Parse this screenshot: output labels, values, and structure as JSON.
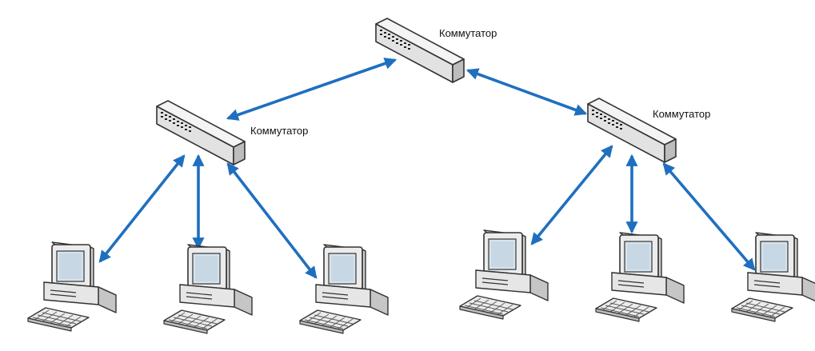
{
  "diagram": {
    "switches": [
      {
        "id": "sw-top",
        "label": "Коммутатор"
      },
      {
        "id": "sw-left",
        "label": "Коммутатор"
      },
      {
        "id": "sw-right",
        "label": "Коммутатор"
      }
    ],
    "computers_count": 6,
    "connections": [
      {
        "from": "sw-top",
        "to": "sw-left"
      },
      {
        "from": "sw-top",
        "to": "sw-right"
      },
      {
        "from": "sw-left",
        "to": "pc-1"
      },
      {
        "from": "sw-left",
        "to": "pc-2"
      },
      {
        "from": "sw-left",
        "to": "pc-3"
      },
      {
        "from": "sw-right",
        "to": "pc-4"
      },
      {
        "from": "sw-right",
        "to": "pc-5"
      },
      {
        "from": "sw-right",
        "to": "pc-6"
      }
    ],
    "arrow_style": "bidirectional",
    "colors": {
      "arrow": "#1f6fc0",
      "device_outline": "#333333",
      "device_fill": "#ececec",
      "screen": "#d7e4ee"
    }
  }
}
